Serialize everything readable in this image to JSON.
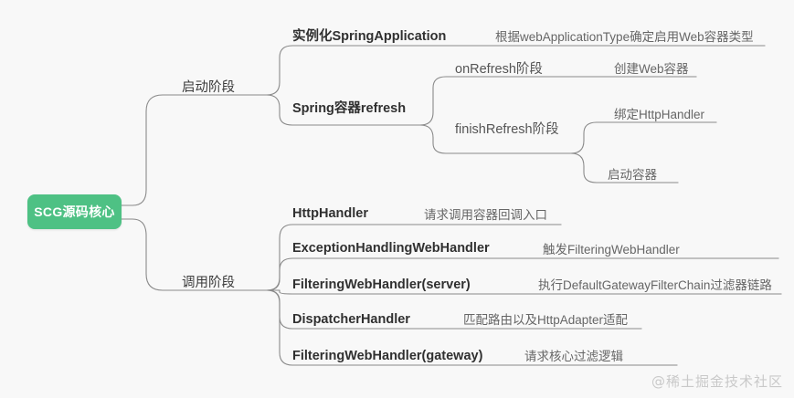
{
  "canvas": {
    "background": "#f8f8f8",
    "line_color": "#8a8a8a",
    "root_color": "#4ec184"
  },
  "root": {
    "label": "SCG源码核心"
  },
  "branches": [
    {
      "label": "启动阶段",
      "children": [
        {
          "label": "实例化SpringApplication",
          "children": [
            {
              "label": "根据webApplicationType确定启用Web容器类型"
            }
          ]
        },
        {
          "label": "Spring容器refresh",
          "children": [
            {
              "label": "onRefresh阶段",
              "children": [
                {
                  "label": "创建Web容器"
                }
              ]
            },
            {
              "label": "finishRefresh阶段",
              "children": [
                {
                  "label": "绑定HttpHandler"
                },
                {
                  "label": "启动容器"
                }
              ]
            }
          ]
        }
      ]
    },
    {
      "label": "调用阶段",
      "children": [
        {
          "label": "HttpHandler",
          "children": [
            {
              "label": "请求调用容器回调入口"
            }
          ]
        },
        {
          "label": "ExceptionHandlingWebHandler",
          "children": [
            {
              "label": "触发FilteringWebHandler"
            }
          ]
        },
        {
          "label": "FilteringWebHandler(server)",
          "children": [
            {
              "label": "执行DefaultGatewayFilterChain过滤器链路"
            }
          ]
        },
        {
          "label": "DispatcherHandler",
          "children": [
            {
              "label": "匹配路由以及HttpAdapter适配"
            }
          ]
        },
        {
          "label": "FilteringWebHandler(gateway)",
          "children": [
            {
              "label": "请求核心过滤逻辑"
            }
          ]
        }
      ]
    }
  ],
  "watermark": {
    "text": "@稀土掘金技术社区"
  }
}
